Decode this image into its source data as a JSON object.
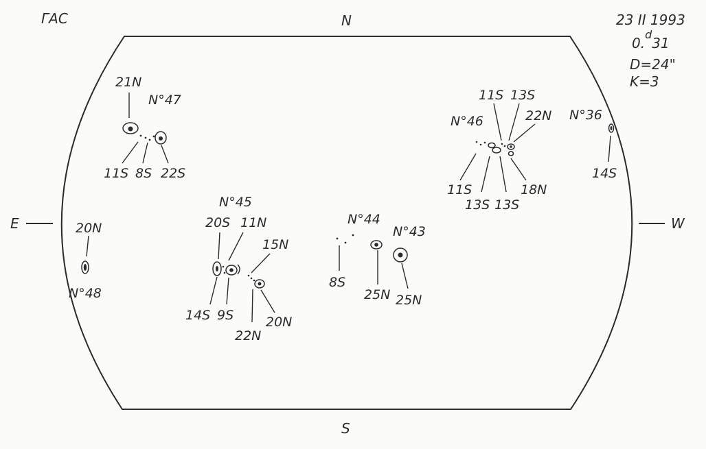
{
  "header": {
    "observatory": "ГАС",
    "date": "23 II 1993",
    "time_main": "0.",
    "time_sup": "d",
    "time_frac": "31",
    "diameter": "D=24\"",
    "quality": "K=3"
  },
  "directions": {
    "north": "N",
    "south": "S",
    "east": "E",
    "west": "W"
  },
  "groups": {
    "g47": {
      "label": "N°47",
      "lat_top": "21N",
      "lat_a": "11S",
      "lat_b": "8S",
      "lat_c": "22S"
    },
    "g48": {
      "label": "N°48",
      "lat_top": "20N"
    },
    "g45": {
      "label": "N°45",
      "lat_20s": "20S",
      "lat_11n": "11N",
      "lat_15n": "15N",
      "lat_14s": "14S",
      "lat_9s": "9S",
      "lat_22n": "22N",
      "lat_20n": "20N"
    },
    "g44": {
      "label": "N°44",
      "lat_8s": "8S",
      "lat_25n": "25N"
    },
    "g43": {
      "label": "N°43",
      "lat_25n": "25N"
    },
    "g46": {
      "label": "N°46",
      "lat_11s_top": "11S",
      "lat_13s_top": "13S",
      "lat_22n": "22N",
      "lat_11s_bot": "11S",
      "lat_13s_bot_a": "13S",
      "lat_13s_bot_b": "13S",
      "lat_18n": "18N"
    },
    "g36": {
      "label": "N°36",
      "lat_14s": "14S"
    }
  },
  "colors": {
    "ink": "#2b2b2b",
    "paper": "#fbfbfa"
  }
}
